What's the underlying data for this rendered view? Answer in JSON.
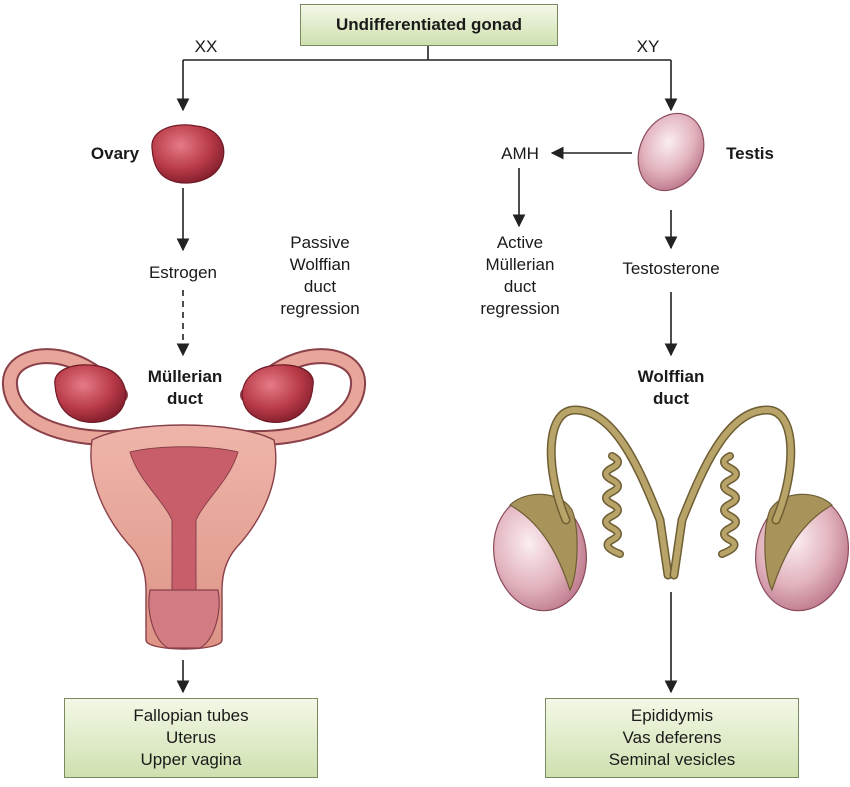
{
  "top": {
    "title": "Undifferentiated gonad"
  },
  "left": {
    "karyotype": "XX",
    "gonad": "Ovary",
    "hormone": "Estrogen",
    "note": [
      "Passive",
      "Wolffian",
      "duct",
      "regression"
    ],
    "duct": [
      "Müllerian",
      "duct"
    ],
    "outcomes": [
      "Fallopian tubes",
      "Uterus",
      "Upper vagina"
    ]
  },
  "right": {
    "karyotype": "XY",
    "gonad": "Testis",
    "amh": "AMH",
    "hormone": "Testosterone",
    "note": [
      "Active",
      "Müllerian",
      "duct",
      "regression"
    ],
    "duct": [
      "Wolffian",
      "duct"
    ],
    "outcomes": [
      "Epididymis",
      "Vas deferens",
      "Seminal vesicles"
    ]
  },
  "colors": {
    "box_fill": "#d7e6bd",
    "ovary": "#b83a48",
    "uterus": "#e8a59a",
    "testis": "#e2b3be",
    "wolffian": "#a8935a"
  }
}
